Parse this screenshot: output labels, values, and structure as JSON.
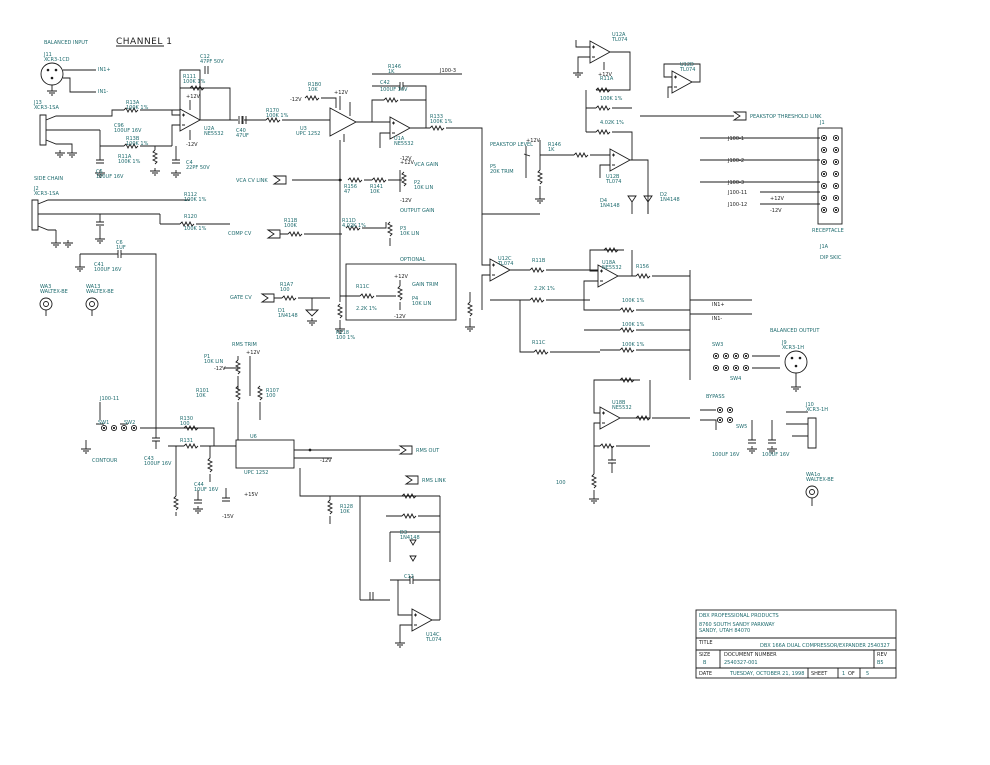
{
  "header": {
    "channel_title": "CHANNEL 1",
    "balanced_input_label": "BALANCED INPUT",
    "side_chain_label": "SIDE CHAIN"
  },
  "connectors": {
    "j11": "J11",
    "j11_type": "XCR3-1CD",
    "j13": "J13",
    "j13_type": "XCR3-1SA",
    "j2": "J2",
    "j2_type": "XCR3-1SA",
    "wa3": "WA3",
    "wa3_type": "WALTEX-BE",
    "wa13": "WA13",
    "wa13_type": "WALTEX-BE",
    "j9": "J9",
    "j9_type": "XCR3-1H",
    "j10": "J10",
    "j10_type": "XCR3-1H",
    "wa1o": "WA1o",
    "wa1o_type": "WALTEX-BE",
    "j1": "J1",
    "j1_type": "RECEPTACLE",
    "j1a": "J1A",
    "j1a_type": "DIP SKIC"
  },
  "labels": {
    "in_plus": "IN1+",
    "in_minus": "IN1-",
    "vca_cv_link": "VCA CV LINK",
    "comp_cv": "COMP CV",
    "gate_cv": "GATE CV",
    "peak_stop_threshold_link": "PEAKSTOP THRESHOLD LINK",
    "vca_gain": "VCA GAIN",
    "output_gain": "OUTPUT GAIN",
    "optional": "OPTIONAL",
    "gain_trim": "GAIN TRIM",
    "rms_out": "RMS OUT",
    "rms_link": "RMS LINK",
    "rms_trim": "RMS TRIM",
    "peakstop_level": "PEAKSTOP LEVEL",
    "bypass": "BYPASS",
    "balanced_output": "BALANCED OUTPUT",
    "contour": "CONTOUR",
    "j100_1": "J100-1",
    "j100_2": "J100-2",
    "j100_3": "J100-3",
    "j100_11": "J100-11",
    "j100_12": "J100-12",
    "plus12v": "+12V",
    "minus12v": "-12V",
    "plus15v": "+15V",
    "minus15v": "-15V"
  },
  "components": {
    "u2a": "U2A",
    "u2a_type": "NE5532",
    "u1a": "U1A",
    "u1a_type": "NE5532",
    "u3": "U3",
    "u3_type": "UPC 1252",
    "u12a": "U12A",
    "u12a_type": "TL074",
    "u12d": "U12D",
    "u12d_type": "TL074",
    "u12b": "U12B",
    "u12b_type": "TL074",
    "u12c": "U12C",
    "u12c_type": "TL074",
    "u18a": "U18A",
    "u18a_type": "NE5532",
    "u18b": "U18B",
    "u18b_type": "NE5532",
    "u6": "U6",
    "u6_type": "UPC 1252",
    "u14c": "U14C",
    "u14c_type": "TL074",
    "r13a": "R13A",
    "r13a_val": "100K 1%",
    "r13b": "R13B",
    "r13b_val": "100K 1%",
    "r111": "R111",
    "r111_val": "100K 1%",
    "r112": "R112",
    "r112_val": "100K 1%",
    "r120": "R120",
    "r120_val": "100K 1%",
    "r170": "R170",
    "r170_val": "100K 1%",
    "r11a": "R11A",
    "r11a_val": "100K 1%",
    "r1b0": "R1B0",
    "r1b0_val": "10K",
    "r156": "R156",
    "r156_val": "47",
    "r141": "R141",
    "r141_val": "10K",
    "r11b": "R11B",
    "r11b_val": "100K",
    "r118": "R118",
    "r118_val": "100 1%",
    "r11d": "R11D",
    "r11d_val": "4.02K 1%",
    "r11c": "R11C",
    "r11c_val": "2.2K 1%",
    "r146": "R146",
    "r146_val": "1K",
    "r1a7": "R1A7",
    "r1a7_val": "100",
    "r101": "R101",
    "r101_val": "10K",
    "r107": "R107",
    "r107_val": "100",
    "r128": "R128",
    "r128_val": "10K",
    "r130": "R130",
    "r130_val": "100",
    "r131": "R131",
    "r131_val": "10K",
    "r133": "R133",
    "r133_val": "100K 1%",
    "c12": "C12",
    "c12_val": "47PF 50V",
    "c4": "C4",
    "c4_val": "22PF 50V",
    "c96": "C96",
    "c96_val": "100UF 16V",
    "c5": "C5",
    "c5_val": "100UF 16V",
    "c6": "C6",
    "c6_val": "1UF",
    "c40": "C40",
    "c40_val": "47UF",
    "c41": "C41",
    "c41_val": "100UF 16V",
    "c42": "C42",
    "c42_val": "100UF 16V",
    "c43": "C43",
    "c43_val": "100UF 16V",
    "c44": "C44",
    "c44_val": "10UF 16V",
    "d1": "D1",
    "d1_val": "1N4148",
    "d2": "D2",
    "d2_val": "1N4148",
    "d3": "D3",
    "d3_val": "1N4148",
    "d4": "D4",
    "d4_val": "1N4148",
    "p1": "P1",
    "p1_val": "10K LIN",
    "p2": "P2",
    "p2_val": "10K LIN",
    "p3": "P3",
    "p3_val": "10K LIN",
    "p4": "P4",
    "p4_val": "10K LIN",
    "p5": "P5",
    "p5_val": "20K TRIM",
    "sw1": "SW1",
    "sw2": "SW2",
    "sw3": "SW3",
    "sw4": "SW4",
    "sw5": "SW5"
  },
  "title_block": {
    "company": "DBX PROFESSIONAL PRODUCTS",
    "address1": "8760 SOUTH SANDY PARKWAY",
    "address2": "SANDY, UTAH 84070",
    "title_label": "TITLE",
    "title": "DBX 166A DUAL COMPRESSOR/EXPANDER 2540327",
    "size_label": "SIZE",
    "size": "B",
    "doc_label": "DOCUMENT NUMBER",
    "doc_number": "2540327-001",
    "rev_label": "REV",
    "rev": "B5",
    "date_label": "DATE",
    "date": "TUESDAY, OCTOBER 21, 1998",
    "sheet_label": "SHEET",
    "sheet": "1",
    "of_label": "OF",
    "of": "5"
  }
}
